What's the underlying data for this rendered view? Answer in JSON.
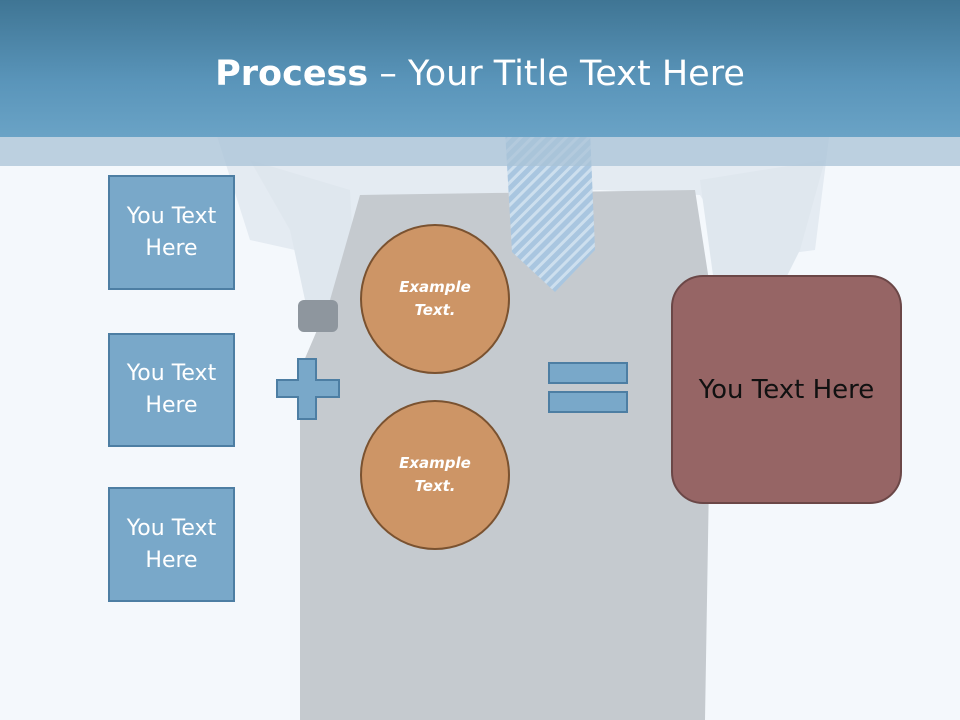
{
  "title": {
    "bold": "Process",
    "rest": " – Your Title Text Here"
  },
  "boxes": [
    {
      "label": "You Text Here"
    },
    {
      "label": "You Text Here"
    },
    {
      "label": "You Text Here"
    }
  ],
  "circles": [
    {
      "label": "Example Text."
    },
    {
      "label": "Example Text."
    }
  ],
  "result": {
    "label": "You Text Here"
  },
  "colors": {
    "header": "#5a95ba",
    "box_fill": "#79a8c9",
    "box_border": "#4d7ea3",
    "circle_fill": "#cd9566",
    "circle_border": "#7a5230",
    "result_fill": "#966565",
    "result_border": "#6b4747"
  }
}
